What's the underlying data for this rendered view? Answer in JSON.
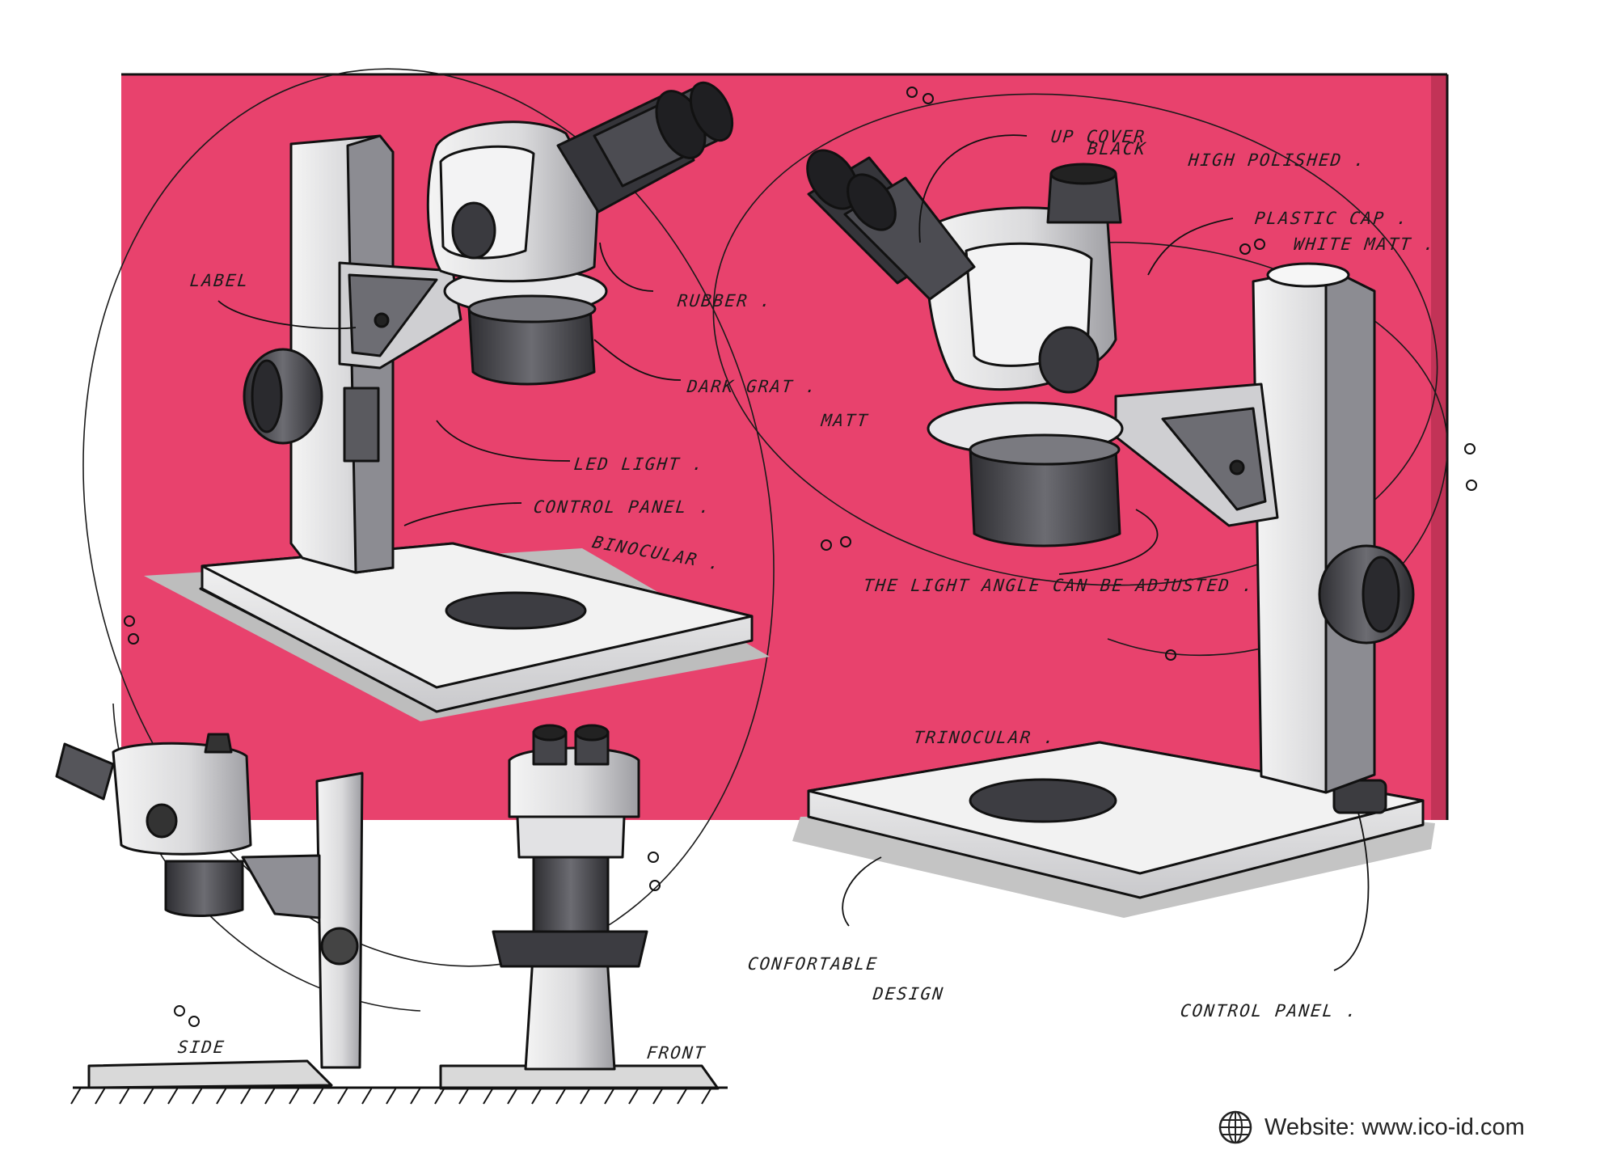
{
  "colors": {
    "backdrop": "#e8426d",
    "backdrop_shadow": "#9a2a44",
    "body_light": "#eeeeee",
    "body_mid": "#c2c2c4",
    "body_dark": "#6b6b70",
    "lens_dark": "#4a4a4f",
    "ink": "#111111",
    "floor": "#d9d9d9"
  },
  "callouts": {
    "up_cover": "UP COVER",
    "black": "BLACK",
    "high_polished": "HIGH POLISHED .",
    "plastic_cap": "PLASTIC CAP .",
    "white_matt": "WHITE MATT .",
    "label": "LABEL",
    "rubber": "RUBBER .",
    "dark_gray": "DARK GRAT .",
    "matt": "MATT",
    "led_light": "LED LIGHT .",
    "control_panel_top": "CONTROL PANEL .",
    "binocular": "BINOCULAR .",
    "light_angle": "THE LIGHT ANGLE CAN BE ADJUSTED .",
    "trinocular": "TRINOCULAR .",
    "comfortable": "CONFORTABLE",
    "design": "DESIGN",
    "control_panel_bottom": "CONTROL PANEL .",
    "side": "SIDE",
    "front": "FRONT"
  },
  "footer": {
    "icon": "globe-icon",
    "text": "Website: www.ico-id.com"
  }
}
